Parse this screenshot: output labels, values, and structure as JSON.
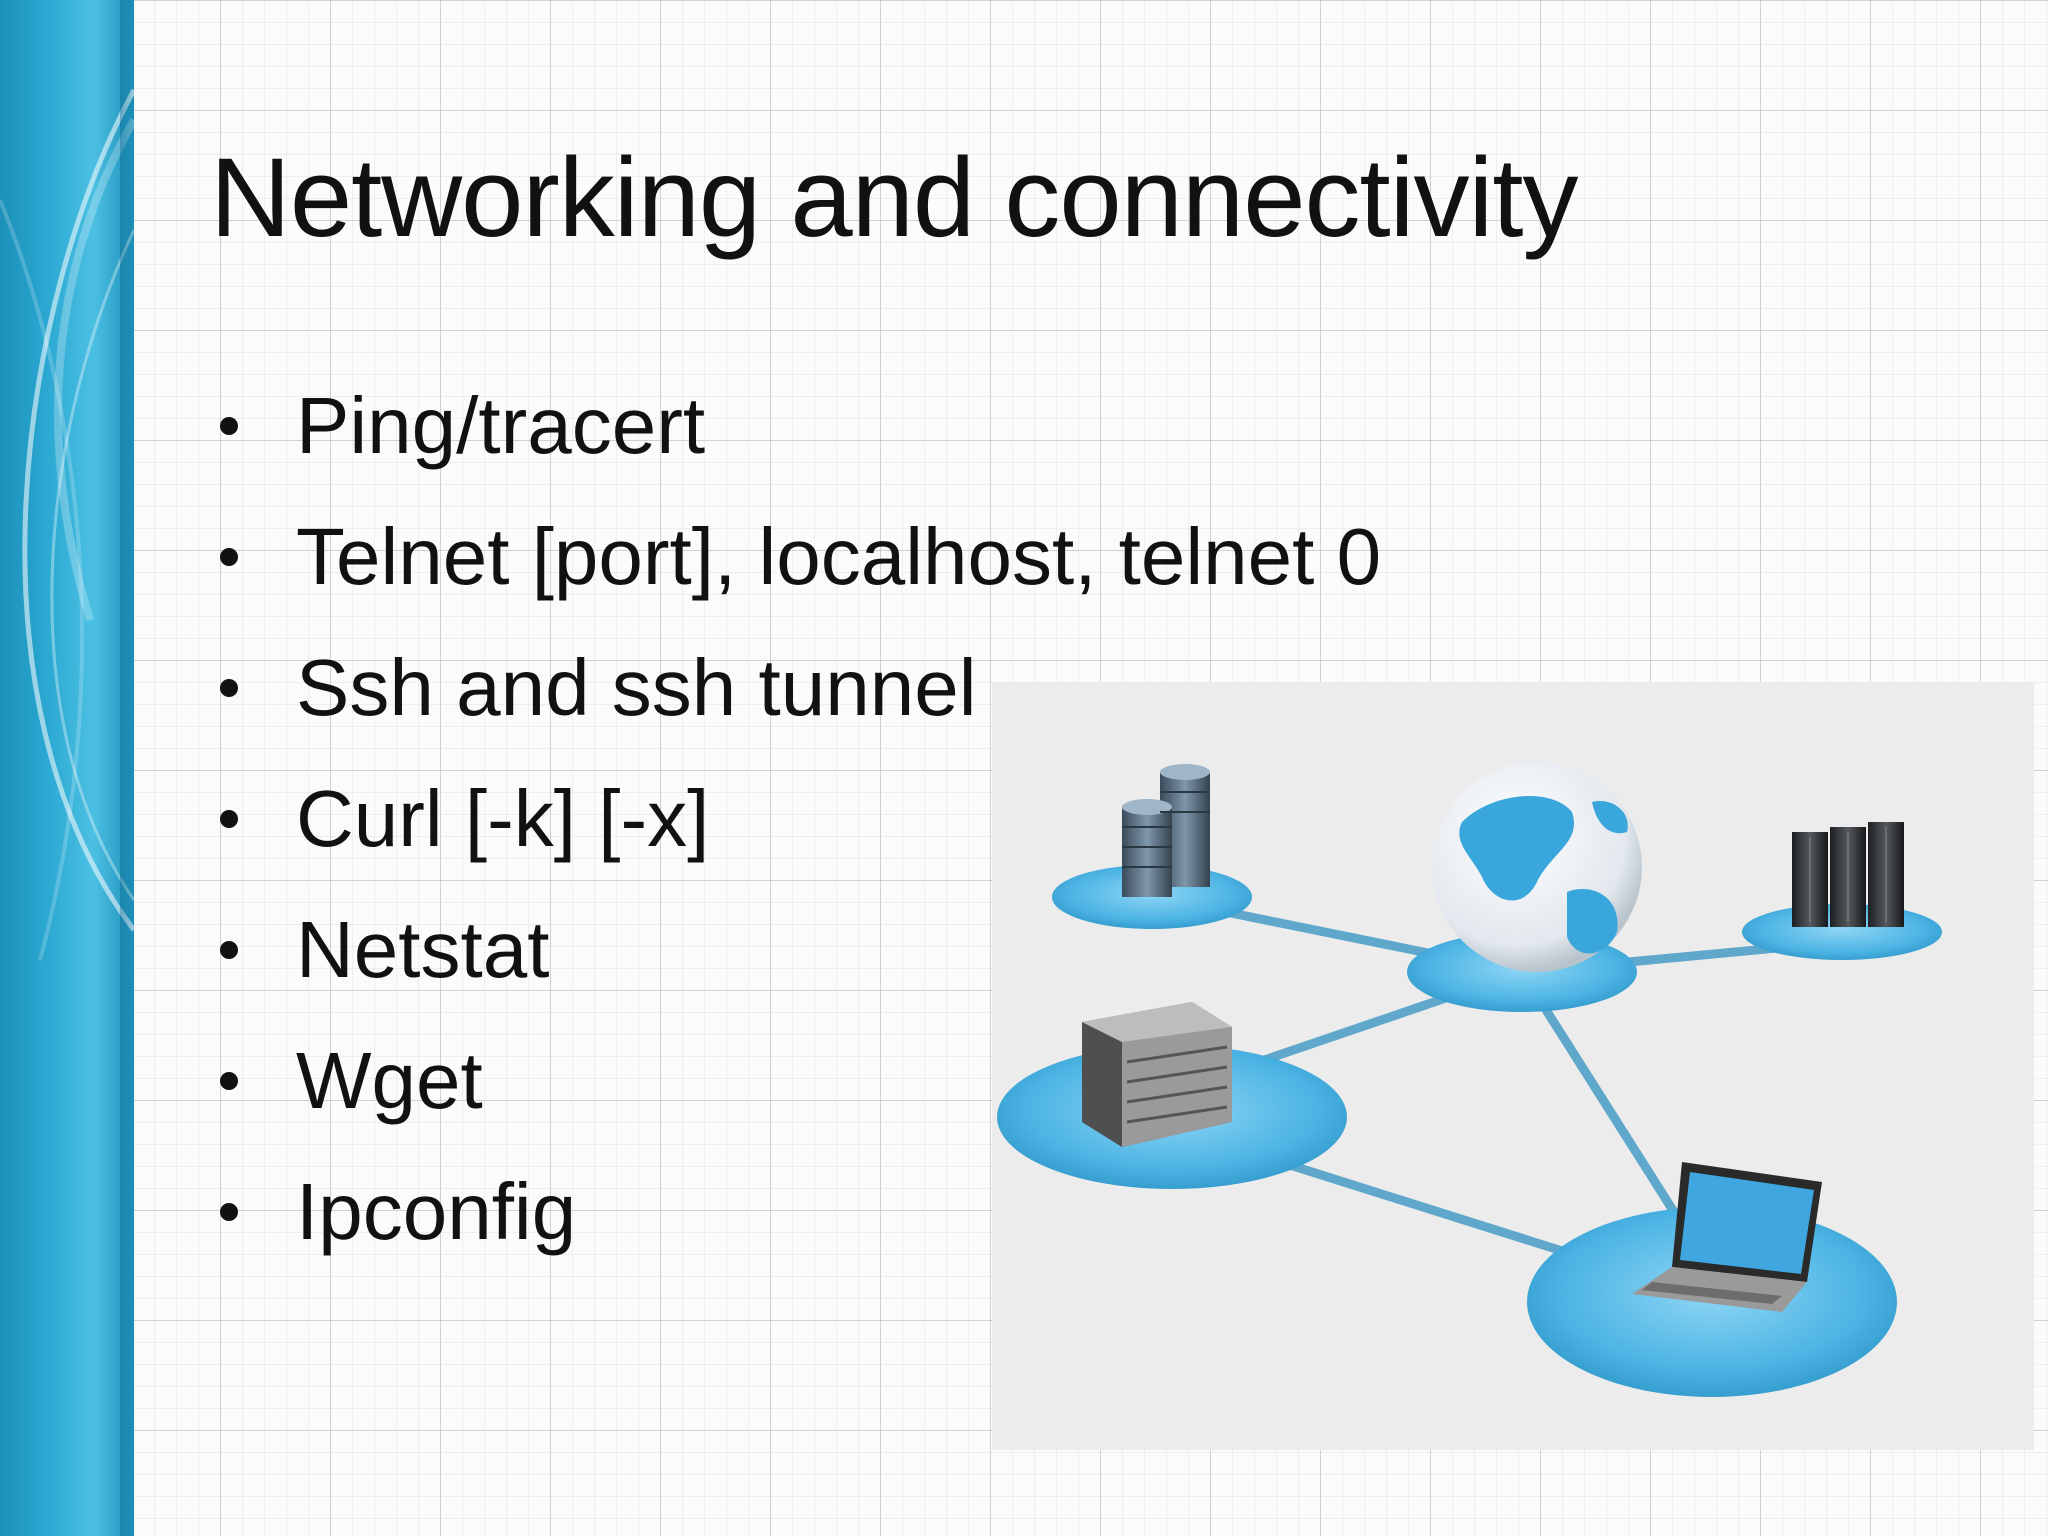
{
  "slide": {
    "title": "Networking and connectivity",
    "bullets": [
      "Ping/tracert",
      "Telnet [port], localhost, telnet 0",
      "Ssh and ssh tunnel",
      "Curl [-k] [-x]",
      "Netstat",
      "Wget",
      "Ipconfig"
    ]
  },
  "figure": {
    "subject": "network-diagram",
    "nodes": [
      "office-buildings-icon",
      "globe-icon",
      "server-rack-icon",
      "server-cabinet-icon",
      "laptop-icon"
    ],
    "colors": {
      "platform": "#4ab3e3",
      "link": "#5fa8cc",
      "background": "#ececec"
    }
  },
  "theme": {
    "band_color": "#2ba8d2",
    "text_color": "#111111"
  }
}
